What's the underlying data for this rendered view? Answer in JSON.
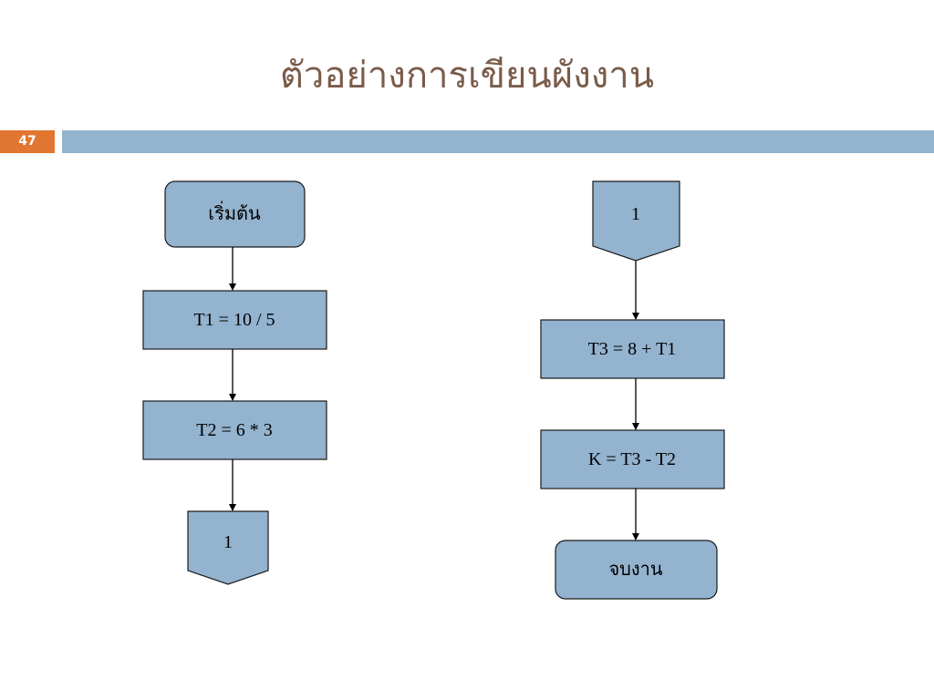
{
  "slide": {
    "title": "ตัวอย่างการเขียนผังงาน",
    "number": "47"
  },
  "colors": {
    "title": "#7a5c4a",
    "number_badge": "#e0762f",
    "band": "#93b3cf",
    "shape_fill": "#93b3cf"
  },
  "flowchart_left": {
    "start": "เริ่มต้น",
    "step1": "T1 = 10 / 5",
    "step2": "T2 = 6 * 3",
    "connector": "1"
  },
  "flowchart_right": {
    "connector": "1",
    "step1": "T3 = 8 + T1",
    "step2": "K = T3 - T2",
    "end": "จบงาน"
  }
}
